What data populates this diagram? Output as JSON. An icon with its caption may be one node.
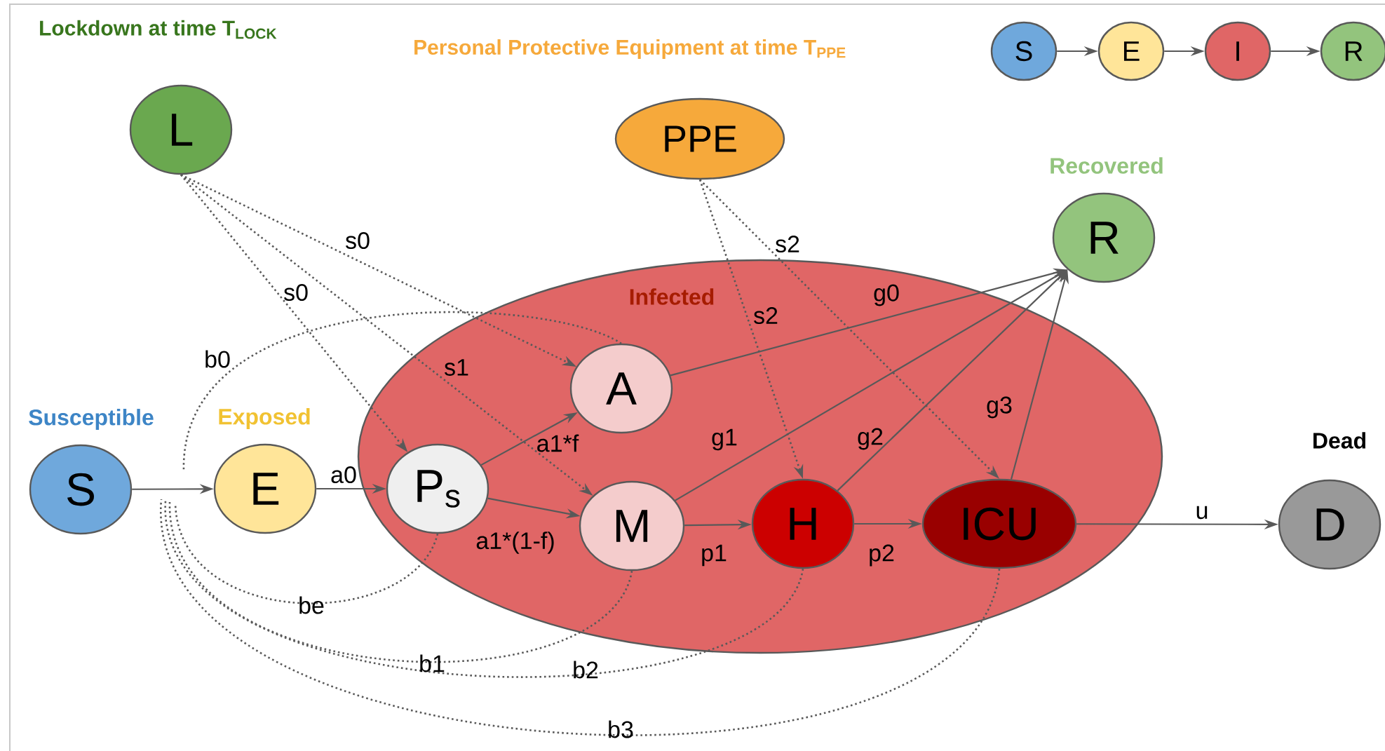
{
  "diagram": {
    "nodes": [
      {
        "text": [
          "L"
        ]
      },
      {
        "text": [
          "PPE"
        ]
      },
      {
        "text": [
          "Infected"
        ]
      },
      {
        "text": [
          "S"
        ],
        "beside": [
          "Susceptible"
        ]
      },
      {
        "text": [
          "E"
        ],
        "beside": [
          "Exposed"
        ]
      },
      {
        "text": [
          "P$_{s}$"
        ],
        "in": 2
      },
      {
        "text": [
          "A"
        ],
        "in": 2
      },
      {
        "text": [
          "M"
        ],
        "in": 2
      },
      {
        "text": [
          "H"
        ],
        "in": 2
      },
      {
        "text": [
          "ICU"
        ],
        "in": 2
      },
      {
        "text": [
          "R"
        ],
        "beside": [
          "Recovered"
        ]
      },
      {
        "text": [
          "D"
        ],
        "beside": [
          "Dead"
        ]
      },
      {
        "text": [
          "S"
        ]
      },
      {
        "text": [
          "E"
        ]
      },
      {
        "text": [
          "I"
        ]
      },
      {
        "text": [
          "R"
        ]
      }
    ],
    "edges": [
      {
        "from": 3,
        "to": 4,
        "arrow": "to"
      },
      {
        "from": 4,
        "to": 5,
        "arrow": "to",
        "label": "a0"
      },
      {
        "from": 5,
        "to": 6,
        "arrow": "to",
        "label": "a1*f"
      },
      {
        "from": 5,
        "to": 7,
        "arrow": "to",
        "label": "a1*(1-f)"
      },
      {
        "from": 7,
        "to": 8,
        "arrow": "to",
        "label": "p1"
      },
      {
        "from": 8,
        "to": 9,
        "arrow": "to",
        "label": "p2"
      },
      {
        "from": 9,
        "to": 11,
        "arrow": "to",
        "label": "u"
      },
      {
        "from": 6,
        "to": 10,
        "arrow": "to",
        "label": "g0"
      },
      {
        "from": 7,
        "to": 10,
        "arrow": "to",
        "label": "g1"
      },
      {
        "from": 8,
        "to": 10,
        "arrow": "to",
        "label": "g2"
      },
      {
        "from": 9,
        "to": 10,
        "arrow": "to",
        "label": "g3"
      },
      {
        "from": 0,
        "to": 6,
        "arrow": "to",
        "label": "s0",
        "style": "dashed"
      },
      {
        "from": 0,
        "to": 5,
        "arrow": "to",
        "label": "s0",
        "style": "dashed"
      },
      {
        "from": 0,
        "to": 7,
        "arrow": "to",
        "label": "s1",
        "style": "dashed"
      },
      {
        "from": 1,
        "to": 8,
        "arrow": "to",
        "label": "s2",
        "style": "dashed"
      },
      {
        "from": 1,
        "to": 9,
        "arrow": "to",
        "label": "s2",
        "style": "dashed"
      },
      {
        "from": 6,
        "to": null,
        "arrow": "none",
        "label": "b0",
        "style": "dashed"
      },
      {
        "from": 5,
        "to": null,
        "arrow": "none",
        "label": "be",
        "style": "dashed"
      },
      {
        "from": 7,
        "to": null,
        "arrow": "none",
        "label": "b1",
        "style": "dashed"
      },
      {
        "from": 8,
        "to": null,
        "arrow": "none",
        "label": "b2",
        "style": "dashed"
      },
      {
        "from": 9,
        "to": null,
        "arrow": "none",
        "label": "b3",
        "style": "dashed"
      },
      {
        "from": 12,
        "to": 13,
        "arrow": "to"
      },
      {
        "from": 13,
        "to": 14,
        "arrow": "to"
      },
      {
        "from": 14,
        "to": 15,
        "arrow": "to"
      }
    ],
    "labels": [
      "Lockdown at time T$_{LOCK}$",
      "Personal Protective Equipment at time T$_{PPE}$"
    ]
  }
}
